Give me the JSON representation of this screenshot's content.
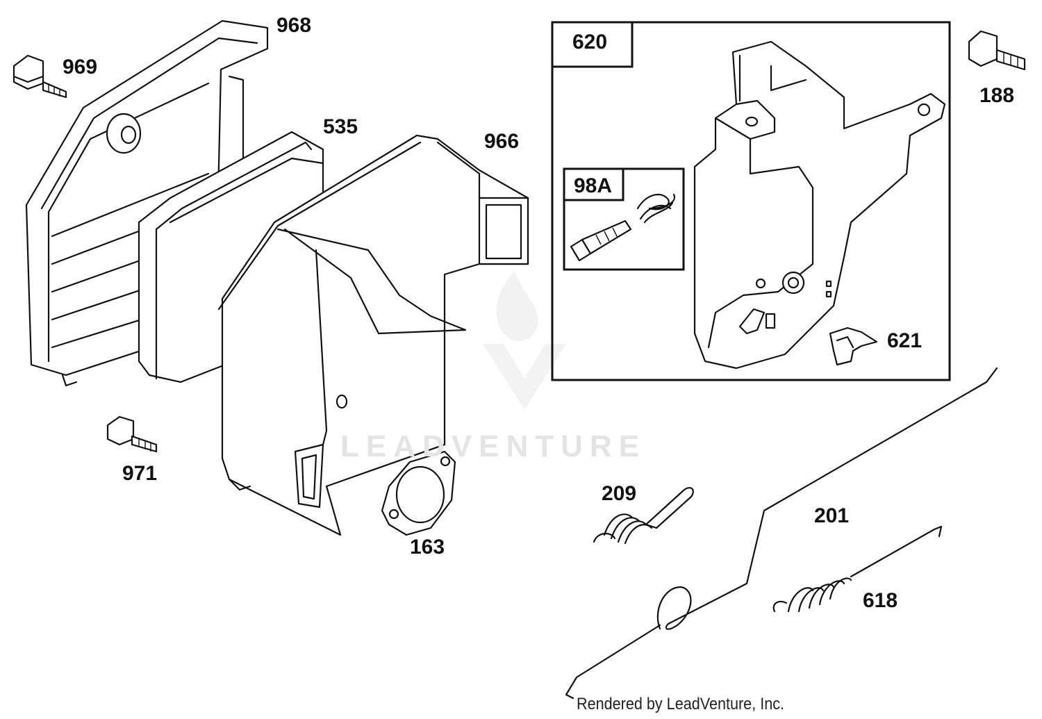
{
  "parts": {
    "p968": "968",
    "p969": "969",
    "p535": "535",
    "p966": "966",
    "p971": "971",
    "p163": "163",
    "p620": "620",
    "p98a": "98A",
    "p621": "621",
    "p188": "188",
    "p209": "209",
    "p201": "201",
    "p618": "618"
  },
  "watermark": "LEADVENTURE",
  "credit": "Rendered by LeadVenture, Inc.",
  "colors": {
    "ink": "#111111",
    "watermark": "#e4e4e4",
    "background": "#ffffff"
  }
}
